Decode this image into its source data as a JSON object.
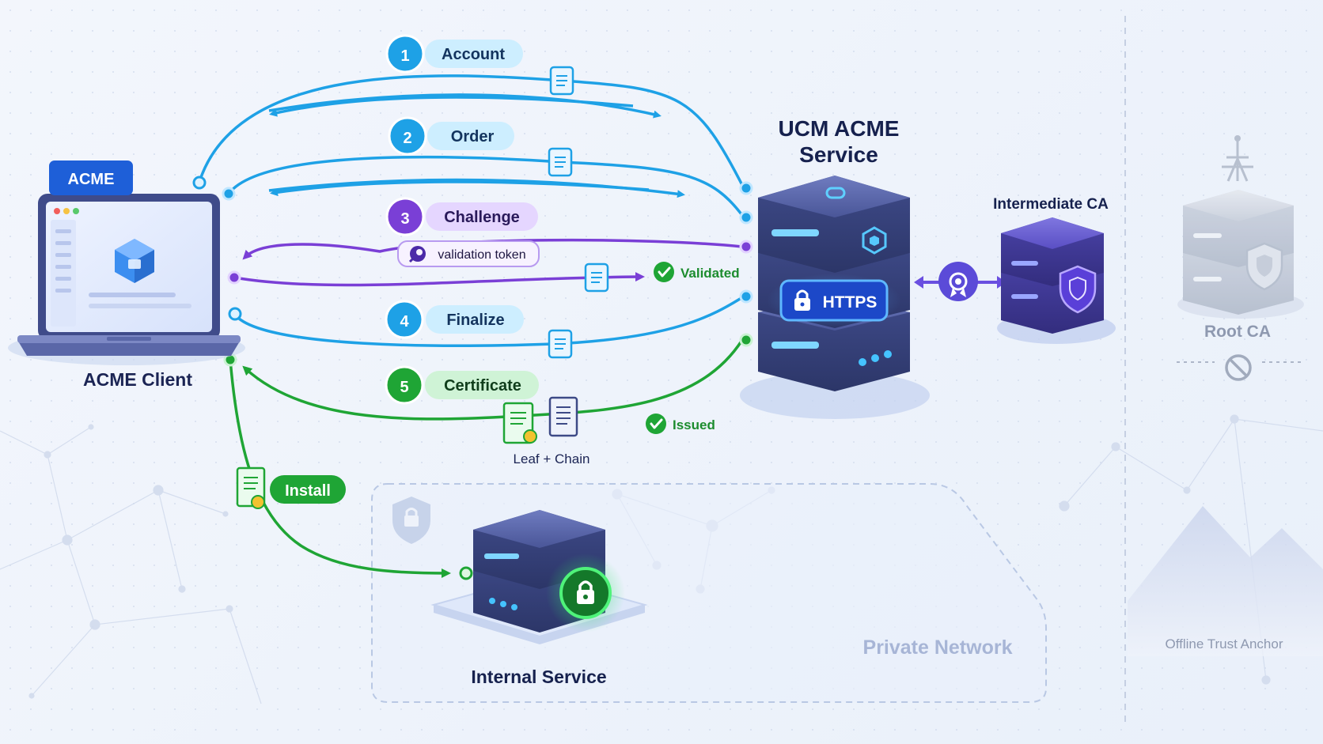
{
  "colors": {
    "blue": "#1ea1e6",
    "violet": "#7a3fd6",
    "green": "#1fa535",
    "navy": "#1b2454",
    "server": "#3d4a86",
    "muted": "#9aa6c3"
  },
  "client": {
    "badge": "ACME",
    "label": "ACME Client"
  },
  "service": {
    "title_line1": "UCM ACME",
    "title_line2": "Service",
    "https_label": "HTTPS"
  },
  "intermediate": {
    "label": "Intermediate CA"
  },
  "root": {
    "label": "Root CA",
    "caption": "Offline Trust Anchor"
  },
  "steps": [
    {
      "number": "1",
      "label": "Account"
    },
    {
      "number": "2",
      "label": "Order"
    },
    {
      "number": "3",
      "label": "Challenge"
    },
    {
      "number": "4",
      "label": "Finalize"
    },
    {
      "number": "5",
      "label": "Certificate"
    }
  ],
  "challenge": {
    "token_label": "validation token",
    "validated_label": "Validated"
  },
  "certificate": {
    "bundle_label": "Leaf + Chain",
    "issued_label": "Issued"
  },
  "install": {
    "label": "Install"
  },
  "internal": {
    "label": "Internal Service",
    "network_label": "Private Network"
  },
  "icons": {
    "document": "document-icon",
    "key": "key-icon",
    "check": "check-circle-icon",
    "lock": "lock-icon",
    "shield": "shield-icon",
    "certificate": "certificate-icon",
    "seal": "seal-icon",
    "blocked": "blocked-icon",
    "tower": "antenna-icon",
    "cube": "cube-icon"
  }
}
